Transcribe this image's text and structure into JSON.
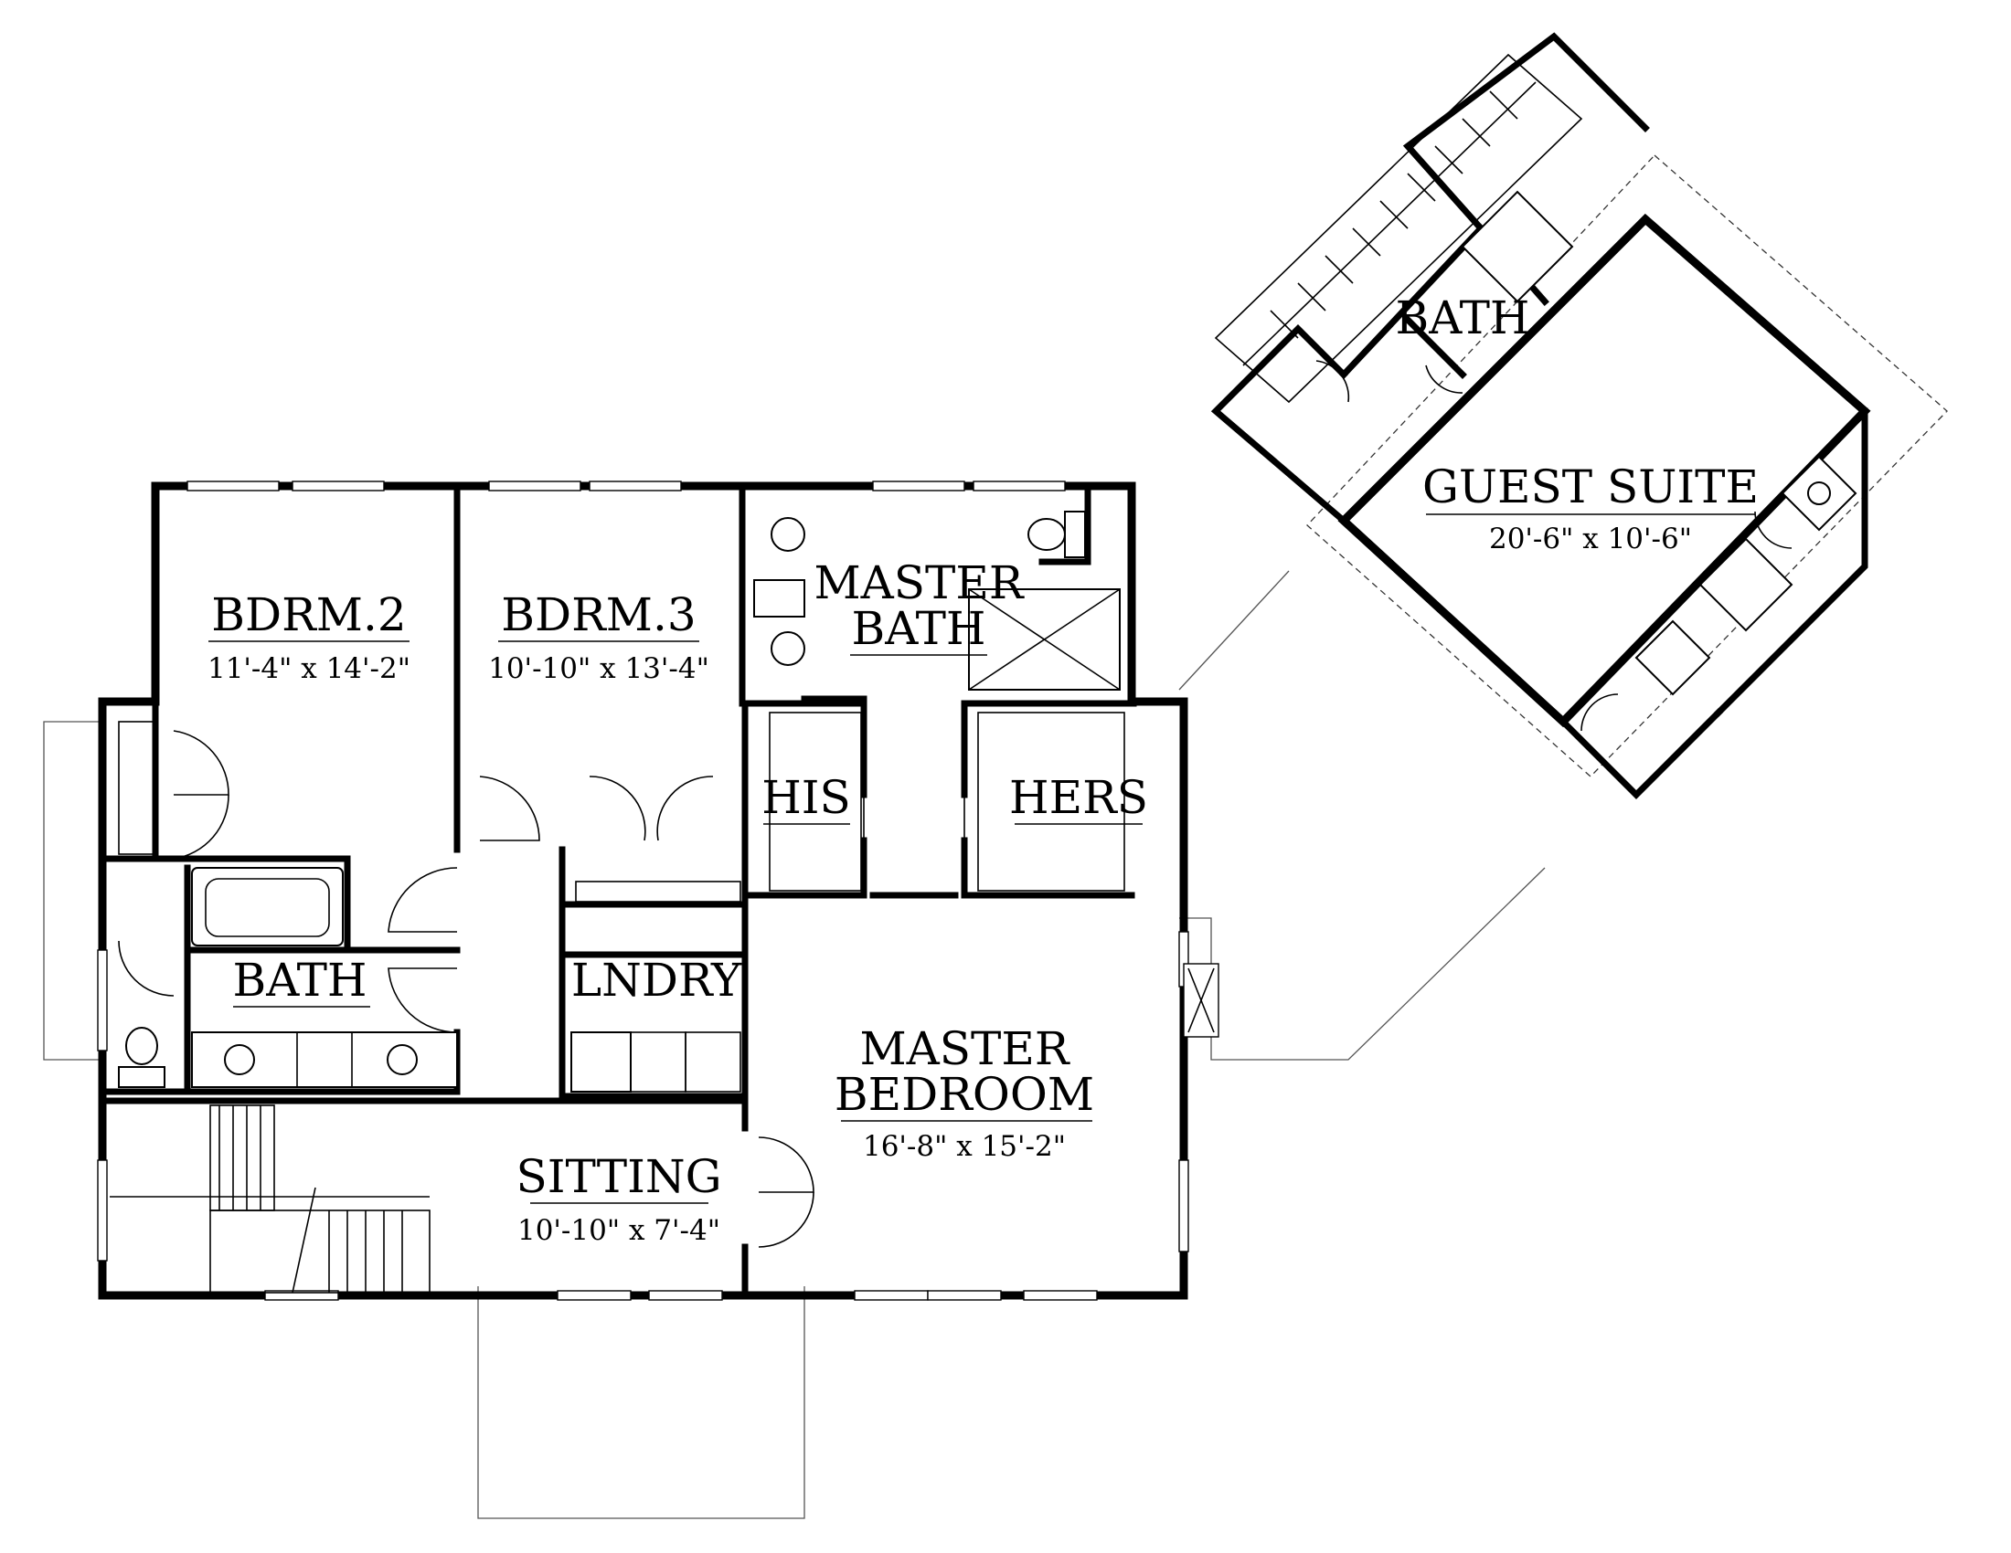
{
  "rooms": {
    "bdrm2": {
      "name": "BDRM.2",
      "size": "11'-4\" x 14'-2\""
    },
    "bdrm3": {
      "name": "BDRM.3",
      "size": "10'-10\" x 13'-4\""
    },
    "master_bath": {
      "line1": "MASTER",
      "line2": "BATH"
    },
    "his": {
      "name": "HIS"
    },
    "hers": {
      "name": "HERS"
    },
    "bath": {
      "name": "BATH"
    },
    "laundry": {
      "name": "LNDRY"
    },
    "master_bedroom": {
      "line1": "MASTER",
      "line2": "BEDROOM",
      "size": "16'-8\" x 15'-2\""
    },
    "sitting": {
      "name": "SITTING",
      "size": "10'-10\" x 7'-4\""
    },
    "guest_bath": {
      "name": "BATH"
    },
    "guest_suite": {
      "name": "GUEST SUITE",
      "size": "20'-6\" x 10'-6\""
    }
  },
  "colors": {
    "ink": "#000000",
    "paper": "#ffffff"
  }
}
